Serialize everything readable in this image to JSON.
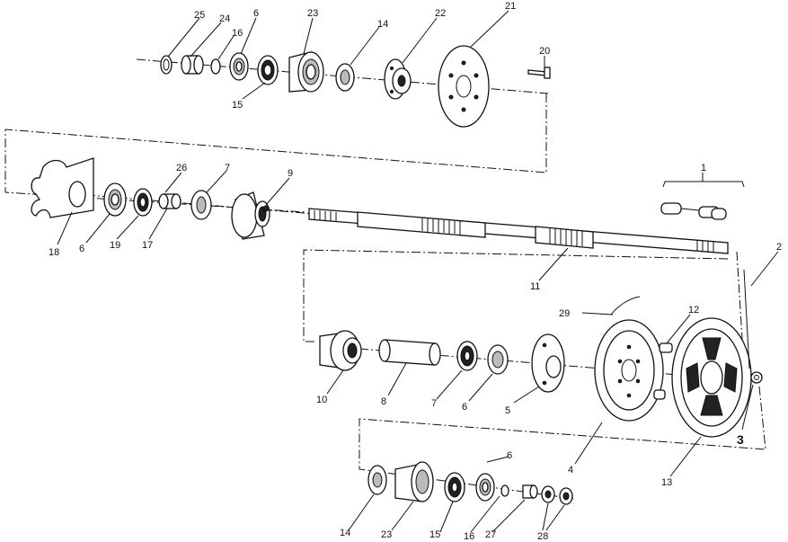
{
  "labels": {
    "l1": "1",
    "l2": "2",
    "l3": "3",
    "l4": "4",
    "l5": "5",
    "l6a": "6",
    "l6b": "6",
    "l6c": "6",
    "l6d": "6",
    "l7a": "7",
    "l7b": "7",
    "l8": "8",
    "l9": "9",
    "l10": "10",
    "l11": "11",
    "l12": "12",
    "l13": "13",
    "l14a": "14",
    "l14b": "14",
    "l15a": "15",
    "l15b": "15",
    "l16a": "16",
    "l16b": "16",
    "l17": "17",
    "l18": "18",
    "l19": "19",
    "l20": "20",
    "l21": "21",
    "l22": "22",
    "l23a": "23",
    "l23b": "23",
    "l24": "24",
    "l25": "25",
    "l26": "26",
    "l27": "27",
    "l28": "28",
    "l29": "29"
  }
}
